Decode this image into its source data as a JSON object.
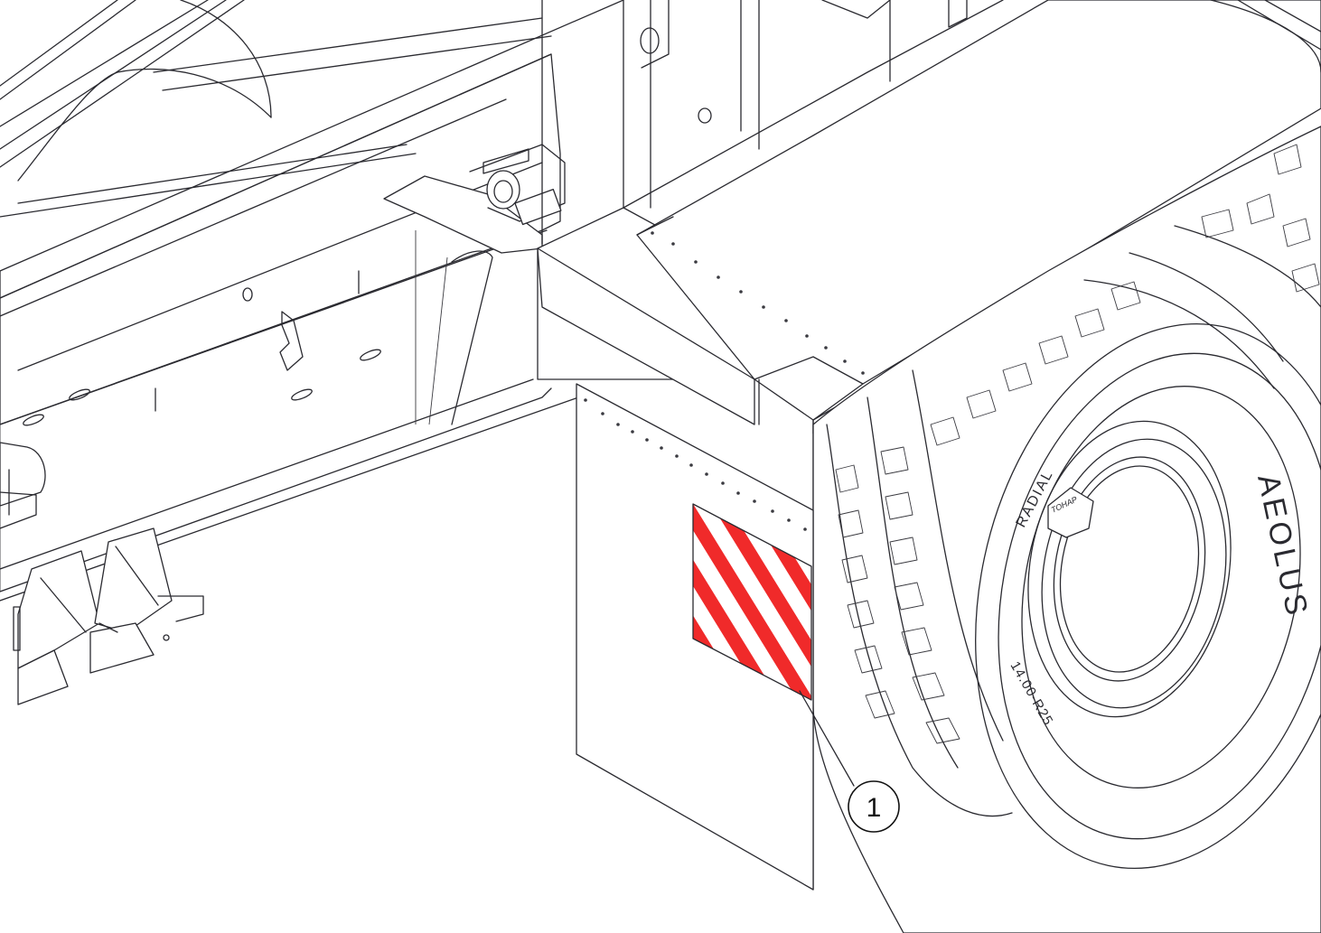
{
  "callouts": [
    {
      "number": "1",
      "target": "reflective-warning-plate"
    }
  ],
  "tire_markings": {
    "brand": "AEOLUS",
    "construction": "RADIAL",
    "size": "14.00-R25",
    "hub_mark": "TOHAP"
  },
  "colors": {
    "line": "#2a2a30",
    "warning_red": "#f02a2a",
    "warning_white": "#ffffff",
    "background": "#ffffff"
  }
}
